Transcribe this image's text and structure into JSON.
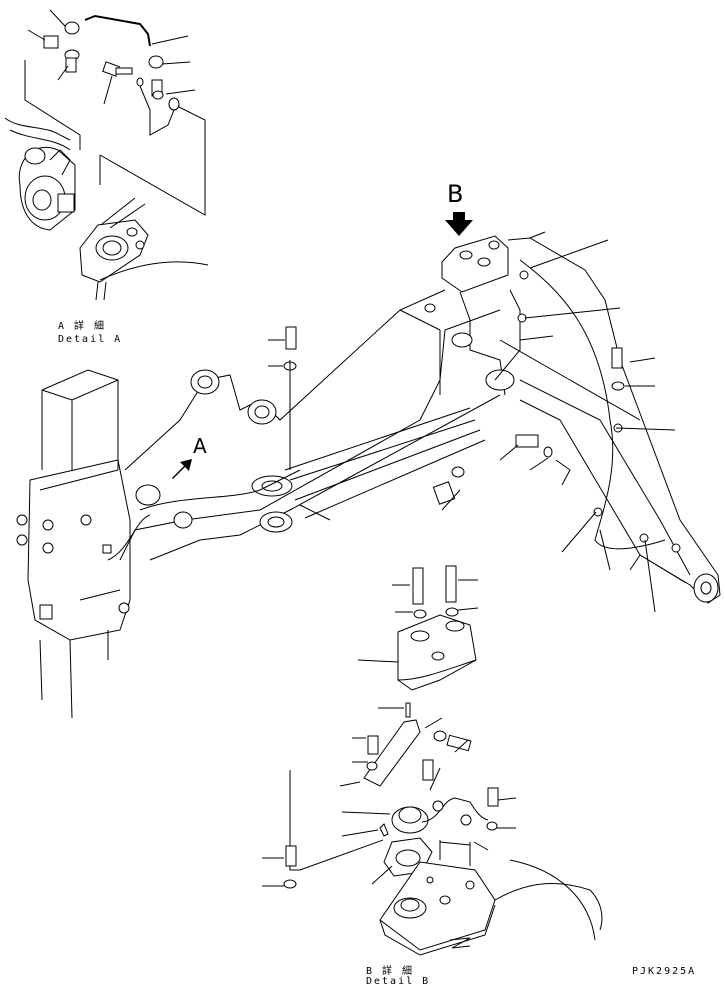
{
  "detail_a": {
    "title_jp": "A 詳 細",
    "title_en": "Detail A"
  },
  "detail_b": {
    "title_jp": "B 詳 細",
    "title_en": "Detail B"
  },
  "view_markers": {
    "a": "A",
    "b": "B"
  },
  "drawing_code": "PJK2925A"
}
